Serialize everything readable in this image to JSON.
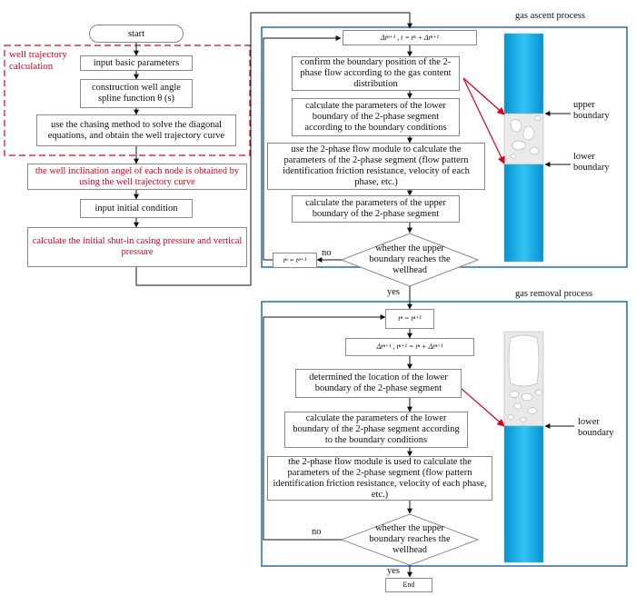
{
  "flow": {
    "start": "start",
    "end": "End",
    "well_trajectory_group": "well trajectory calculation",
    "step_input_basic": "input basic parameters",
    "step_spline": "construction well angle spline function θ (s)",
    "step_chasing": "use the chasing method to solve the diagonal equations, and obtain the well trajectory curve",
    "step_inclination": "the well inclination angel of each node is obtained by using the well trajectory curve",
    "step_initial_condition": "input initial condition",
    "step_shutin": "calculate the initial shut-in casing pressure and vertical pressure"
  },
  "ascent": {
    "title": "gas ascent process",
    "time_step": "Δtⁿ⁺¹ ,  t = tⁿ + Δtⁿ⁺¹",
    "confirm": "confirm the boundary position of the 2-phase flow according to the gas content distribution",
    "lower_calc": "calculate the parameters of the lower boundary of the 2-phase segment according to the boundary conditions",
    "module_calc": "use the 2-phase flow module to calculate the parameters of the 2-phase segment (flow pattern identification friction resistance, velocity of each phase, etc.)",
    "upper_calc": "calculate the parameters of the upper boundary of the 2-phase segment",
    "decision": "whether the upper boundary reaches the wellhead",
    "no": "no",
    "update": "tⁿ = tⁿ⁺¹",
    "upper_boundary": "upper boundary",
    "lower_boundary": "lower boundary"
  },
  "yes1": "yes",
  "removal": {
    "title": "gas removal process",
    "update": "tⁿ = tⁿ⁺¹",
    "time_step": "Δtⁿ⁺¹ ,  tⁿ⁺¹ = tⁿ + Δtⁿ⁺¹",
    "locate": "determined the location of the lower boundary of the 2-phase segment",
    "lower_calc": "calculate the parameters of the lower boundary of the 2-phase segment according to the boundary conditions",
    "module_calc": "the 2-phase flow module is used to calculate the parameters of the 2-phase segment (flow pattern identification friction resistance, velocity of each phase, etc.)",
    "decision": "whether the upper boundary reaches the wellhead",
    "no": "no",
    "lower_boundary": "lower boundary"
  },
  "yes2": "yes",
  "colors": {
    "panel_border": "#1f6fb8",
    "red": "#e0001b",
    "pipe_blue": "#0aa7e6",
    "box_border": "#8a8a8a"
  }
}
